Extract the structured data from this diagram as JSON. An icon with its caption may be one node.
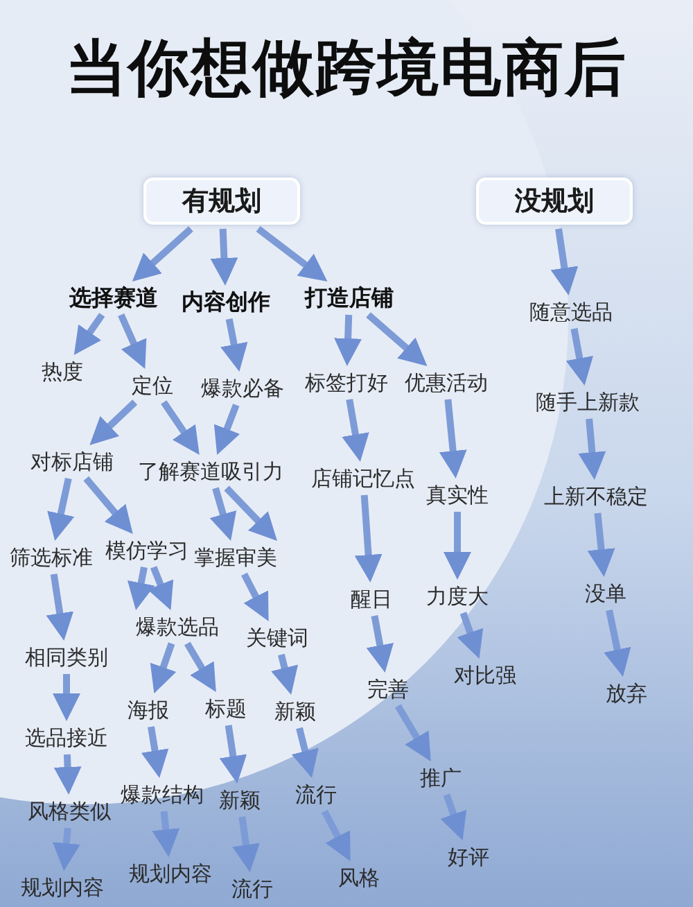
{
  "diagram": {
    "title": "当你想做跨境电商后",
    "nodes": [
      {
        "text": [
          "有规划"
        ]
      },
      {
        "text": [
          "没规划"
        ]
      },
      {
        "text": [
          "选择赛道"
        ]
      },
      {
        "text": [
          "内容创作"
        ]
      },
      {
        "text": [
          "打造店铺"
        ]
      },
      {
        "text": [
          "随意选品"
        ]
      },
      {
        "text": [
          "热度"
        ]
      },
      {
        "text": [
          "定位"
        ]
      },
      {
        "text": [
          "爆款必备"
        ]
      },
      {
        "text": [
          "标签打好"
        ]
      },
      {
        "text": [
          "优惠活动"
        ]
      },
      {
        "text": [
          "随手上新款"
        ]
      },
      {
        "text": [
          "对标店铺"
        ]
      },
      {
        "text": [
          "了解赛道吸引力"
        ]
      },
      {
        "text": [
          "店铺记忆点"
        ]
      },
      {
        "text": [
          "真实性"
        ]
      },
      {
        "text": [
          "上新不稳定"
        ]
      },
      {
        "text": [
          "筛选标准"
        ]
      },
      {
        "text": [
          "模仿学习"
        ]
      },
      {
        "text": [
          "掌握审美"
        ]
      },
      {
        "text": [
          "醒日"
        ]
      },
      {
        "text": [
          "力度大"
        ]
      },
      {
        "text": [
          "没单"
        ]
      },
      {
        "text": [
          "相同类别"
        ]
      },
      {
        "text": [
          "爆款选品"
        ]
      },
      {
        "text": [
          "关键词"
        ]
      },
      {
        "text": [
          "完善"
        ]
      },
      {
        "text": [
          "对比强"
        ]
      },
      {
        "text": [
          "放弃"
        ]
      },
      {
        "text": [
          "选品接近"
        ]
      },
      {
        "text": [
          "海报"
        ]
      },
      {
        "text": [
          "标题"
        ]
      },
      {
        "text": [
          "新颖"
        ]
      },
      {
        "text": [
          "爆款结构"
        ]
      },
      {
        "text": [
          "新颖"
        ]
      },
      {
        "text": [
          "流行"
        ]
      },
      {
        "text": [
          "推广"
        ]
      },
      {
        "text": [
          "风格类似"
        ]
      },
      {
        "text": [
          "好评"
        ]
      },
      {
        "text": [
          "规划内容"
        ]
      },
      {
        "text": [
          "规划内容"
        ]
      },
      {
        "text": [
          "流行"
        ]
      },
      {
        "text": [
          "风格"
        ]
      }
    ],
    "edges": [
      {
        "from": 0,
        "to": 2,
        "arrow": "to"
      },
      {
        "from": 0,
        "to": 3,
        "arrow": "to"
      },
      {
        "from": 0,
        "to": 4,
        "arrow": "to"
      },
      {
        "from": 1,
        "to": 5,
        "arrow": "to"
      },
      {
        "from": 2,
        "to": 6,
        "arrow": "to"
      },
      {
        "from": 2,
        "to": 7,
        "arrow": "to"
      },
      {
        "from": 3,
        "to": 8,
        "arrow": "to"
      },
      {
        "from": 4,
        "to": 9,
        "arrow": "to"
      },
      {
        "from": 4,
        "to": 10,
        "arrow": "to"
      },
      {
        "from": 5,
        "to": 11,
        "arrow": "to"
      },
      {
        "from": 7,
        "to": 12,
        "arrow": "to"
      },
      {
        "from": 7,
        "to": 13,
        "arrow": "to"
      },
      {
        "from": 8,
        "to": 13,
        "arrow": "to"
      },
      {
        "from": 9,
        "to": 14,
        "arrow": "to"
      },
      {
        "from": 10,
        "to": 15,
        "arrow": "to"
      },
      {
        "from": 11,
        "to": 16,
        "arrow": "to"
      },
      {
        "from": 12,
        "to": 17,
        "arrow": "to"
      },
      {
        "from": 12,
        "to": 18,
        "arrow": "to"
      },
      {
        "from": 13,
        "to": 19,
        "arrow": "to"
      },
      {
        "from": 13,
        "to": 19,
        "arrow": "to"
      },
      {
        "from": 14,
        "to": 20,
        "arrow": "to"
      },
      {
        "from": 15,
        "to": 21,
        "arrow": "to"
      },
      {
        "from": 16,
        "to": 22,
        "arrow": "to"
      },
      {
        "from": 17,
        "to": 23,
        "arrow": "to"
      },
      {
        "from": 18,
        "to": 24,
        "arrow": "to"
      },
      {
        "from": 18,
        "to": 24,
        "arrow": "to"
      },
      {
        "from": 19,
        "to": 25,
        "arrow": "to"
      },
      {
        "from": 20,
        "to": 26,
        "arrow": "to"
      },
      {
        "from": 21,
        "to": 27,
        "arrow": "to"
      },
      {
        "from": 22,
        "to": 28,
        "arrow": "to"
      },
      {
        "from": 23,
        "to": 29,
        "arrow": "to"
      },
      {
        "from": 24,
        "to": 30,
        "arrow": "to"
      },
      {
        "from": 24,
        "to": 31,
        "arrow": "to"
      },
      {
        "from": 25,
        "to": 32,
        "arrow": "to"
      },
      {
        "from": 29,
        "to": 37,
        "arrow": "to"
      },
      {
        "from": 30,
        "to": 33,
        "arrow": "to"
      },
      {
        "from": 31,
        "to": 34,
        "arrow": "to"
      },
      {
        "from": 32,
        "to": 35,
        "arrow": "to"
      },
      {
        "from": 26,
        "to": 36,
        "arrow": "to"
      },
      {
        "from": 37,
        "to": 39,
        "arrow": "to"
      },
      {
        "from": 33,
        "to": 40,
        "arrow": "to"
      },
      {
        "from": 34,
        "to": 41,
        "arrow": "to"
      },
      {
        "from": 35,
        "to": 42,
        "arrow": "to"
      },
      {
        "from": 36,
        "to": 38,
        "arrow": "to"
      }
    ]
  }
}
